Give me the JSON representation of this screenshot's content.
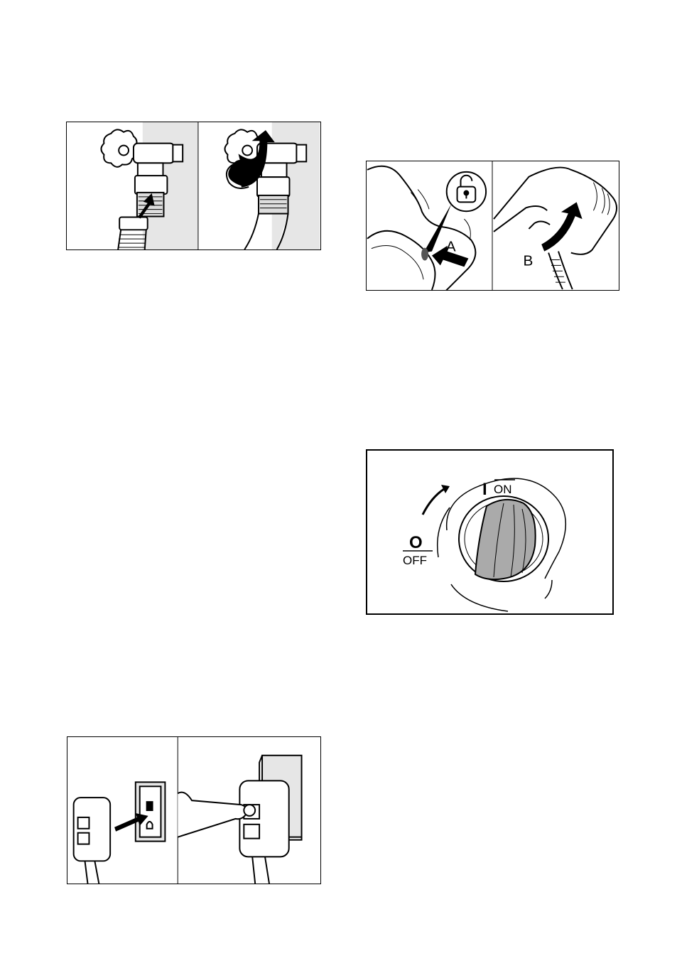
{
  "hose_figure": {
    "label_a": "A",
    "label_b": "B"
  },
  "knob_figure": {
    "on_symbol": "I",
    "on_text": "ON",
    "off_symbol": "O",
    "off_text": "OFF"
  }
}
